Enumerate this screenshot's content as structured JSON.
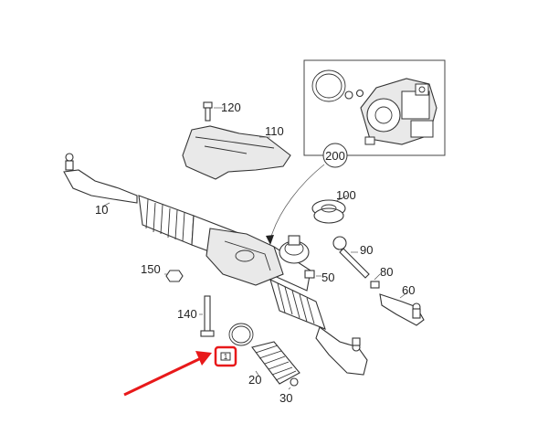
{
  "labels": {
    "p10": "10",
    "p20": "20",
    "p30": "30",
    "p50": "50",
    "p60": "60",
    "p80": "80",
    "p90": "90",
    "p100": "100",
    "p110": "110",
    "p120": "120",
    "p140": "140",
    "p150": "150",
    "p200": "200",
    "p1": "1"
  },
  "colors": {
    "arrow": "#e8191a",
    "highlight": "#e8191a",
    "line": "#333333"
  },
  "icons": {
    "pointer": "red-arrow-icon"
  }
}
